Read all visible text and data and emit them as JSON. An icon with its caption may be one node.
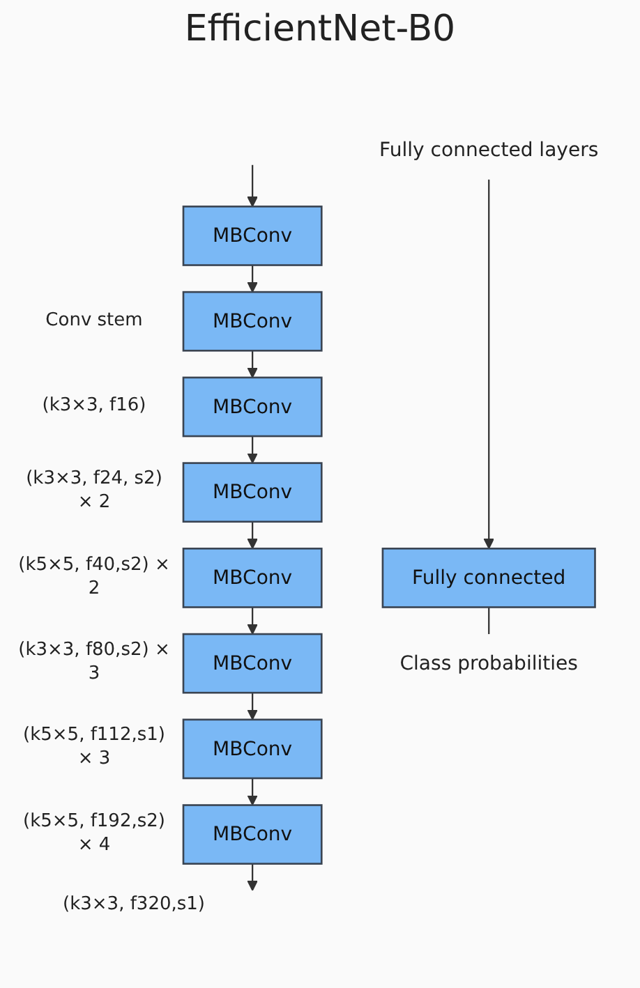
{
  "diagram": {
    "title": "EfficientNet-B0",
    "nodes": [
      {
        "text": [
          "MBConv"
        ]
      },
      {
        "text": [
          "MBConv"
        ],
        "beside": [
          "Conv stem"
        ]
      },
      {
        "text": [
          "MBConv"
        ],
        "beside": [
          "(k3×3, f16)"
        ]
      },
      {
        "text": [
          "MBConv"
        ],
        "beside": [
          "(k3×3, f24, s2) × 2"
        ]
      },
      {
        "text": [
          "MBConv"
        ],
        "beside": [
          "(k5×5, f40,s2) × 2"
        ]
      },
      {
        "text": [
          "MBConv"
        ],
        "beside": [
          "(k3×3, f80,s2) × 3"
        ]
      },
      {
        "text": [
          "MBConv"
        ],
        "beside": [
          "(k5×5, f112,s1) × 3"
        ]
      },
      {
        "text": [
          "MBConv"
        ],
        "beside": [
          "(k5×5, f192,s2) × 4"
        ]
      },
      {
        "text": [
          "Fully connected layers"
        ]
      },
      {
        "text": [
          "Fully connected"
        ]
      },
      {
        "text": [
          "Class probabilities"
        ]
      }
    ],
    "edges": [
      {
        "from": null,
        "to": 0,
        "arrow": "to"
      },
      {
        "from": 0,
        "to": 1,
        "arrow": "to"
      },
      {
        "from": 1,
        "to": 2,
        "arrow": "to"
      },
      {
        "from": 2,
        "to": 3,
        "arrow": "to"
      },
      {
        "from": 3,
        "to": 4,
        "arrow": "to"
      },
      {
        "from": 4,
        "to": 5,
        "arrow": "to"
      },
      {
        "from": 5,
        "to": 6,
        "arrow": "to"
      },
      {
        "from": 6,
        "to": 7,
        "arrow": "to"
      },
      {
        "from": 7,
        "to": null,
        "arrow": "to"
      },
      {
        "from": 8,
        "to": 9,
        "arrow": "to"
      },
      {
        "from": 9,
        "to": 10,
        "arrow": "none"
      }
    ],
    "labels": [
      "(k3×3, f320,s1)"
    ]
  }
}
